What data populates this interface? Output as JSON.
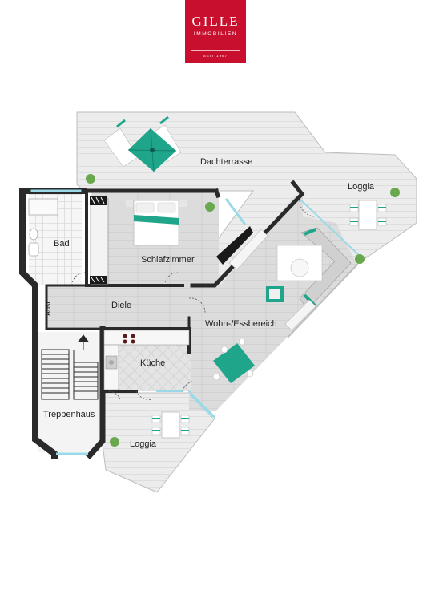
{
  "logo": {
    "name": "GILLE",
    "sub": "IMMOBILIEN",
    "est": "SEIT 1987"
  },
  "rooms": {
    "dachterrasse": "Dachterrasse",
    "loggia_ne": "Loggia",
    "bad": "Bad",
    "schlafzimmer": "Schlafzimmer",
    "abst": "Abst.",
    "diele": "Diele",
    "wohn": "Wohn-/Essbereich",
    "kueche": "Küche",
    "treppenhaus": "Treppenhaus",
    "loggia_s": "Loggia"
  },
  "colors": {
    "accent": "#1fa58a",
    "wall": "#2a2a2a",
    "floor": "#dcdcdc",
    "terrace": "#ebebeb",
    "brand": "#c8102e"
  }
}
